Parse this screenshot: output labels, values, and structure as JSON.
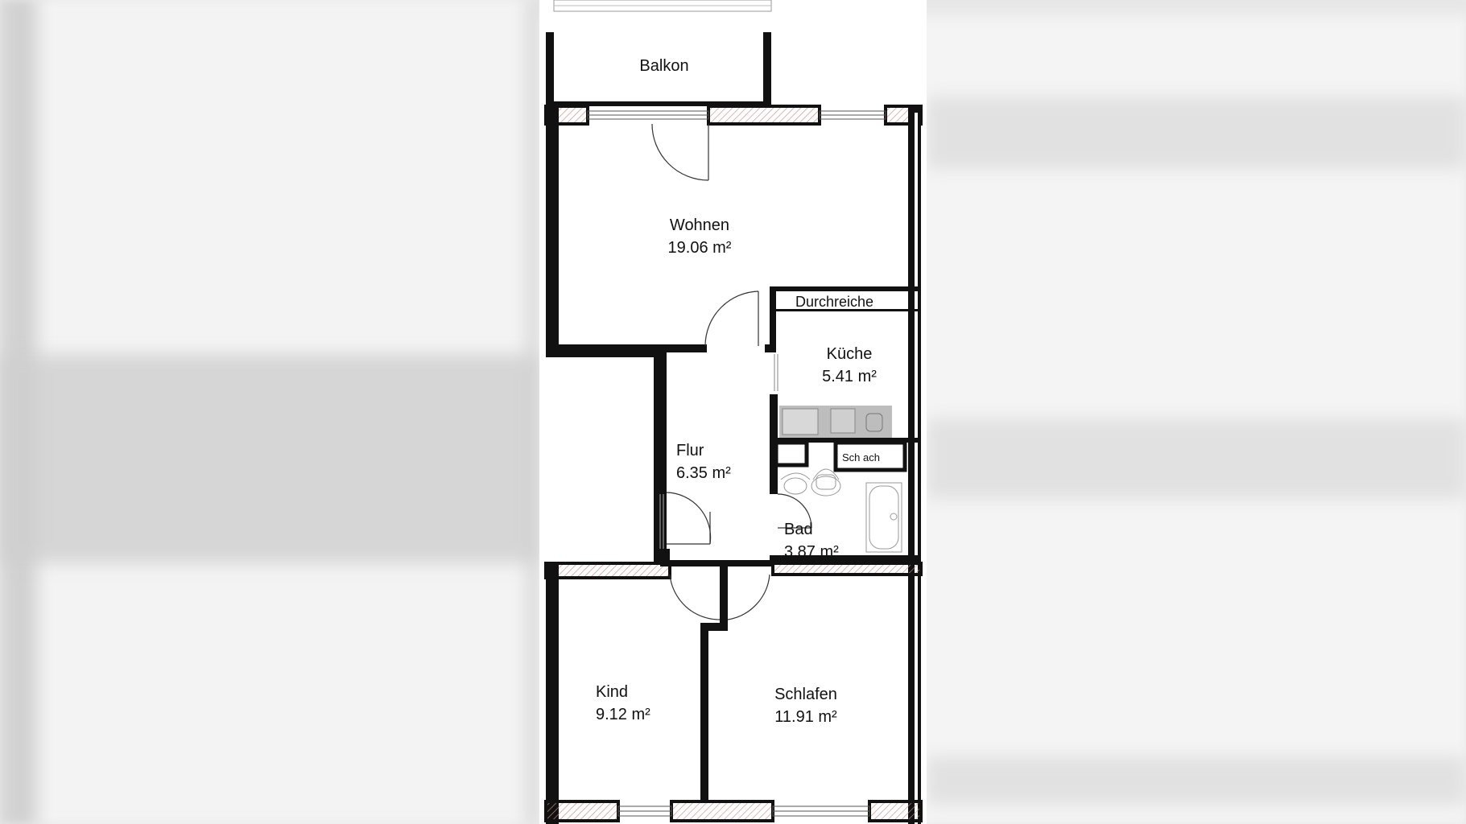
{
  "floorplan": {
    "rooms": [
      {
        "id": "balkon",
        "name": "Balkon",
        "area": ""
      },
      {
        "id": "wohnen",
        "name": "Wohnen",
        "area": "19.06 m²"
      },
      {
        "id": "kueche",
        "name": "Küche",
        "area": "5.41 m²"
      },
      {
        "id": "flur",
        "name": "Flur",
        "area": "6.35 m²"
      },
      {
        "id": "bad",
        "name": "Bad",
        "area": "3.87 m²"
      },
      {
        "id": "kind",
        "name": "Kind",
        "area": "9.12 m²"
      },
      {
        "id": "schlafen",
        "name": "Schlafen",
        "area": "11.91 m²"
      }
    ],
    "labels": {
      "durchreiche": "Durchreiche",
      "schacht": "Sch ach"
    }
  }
}
